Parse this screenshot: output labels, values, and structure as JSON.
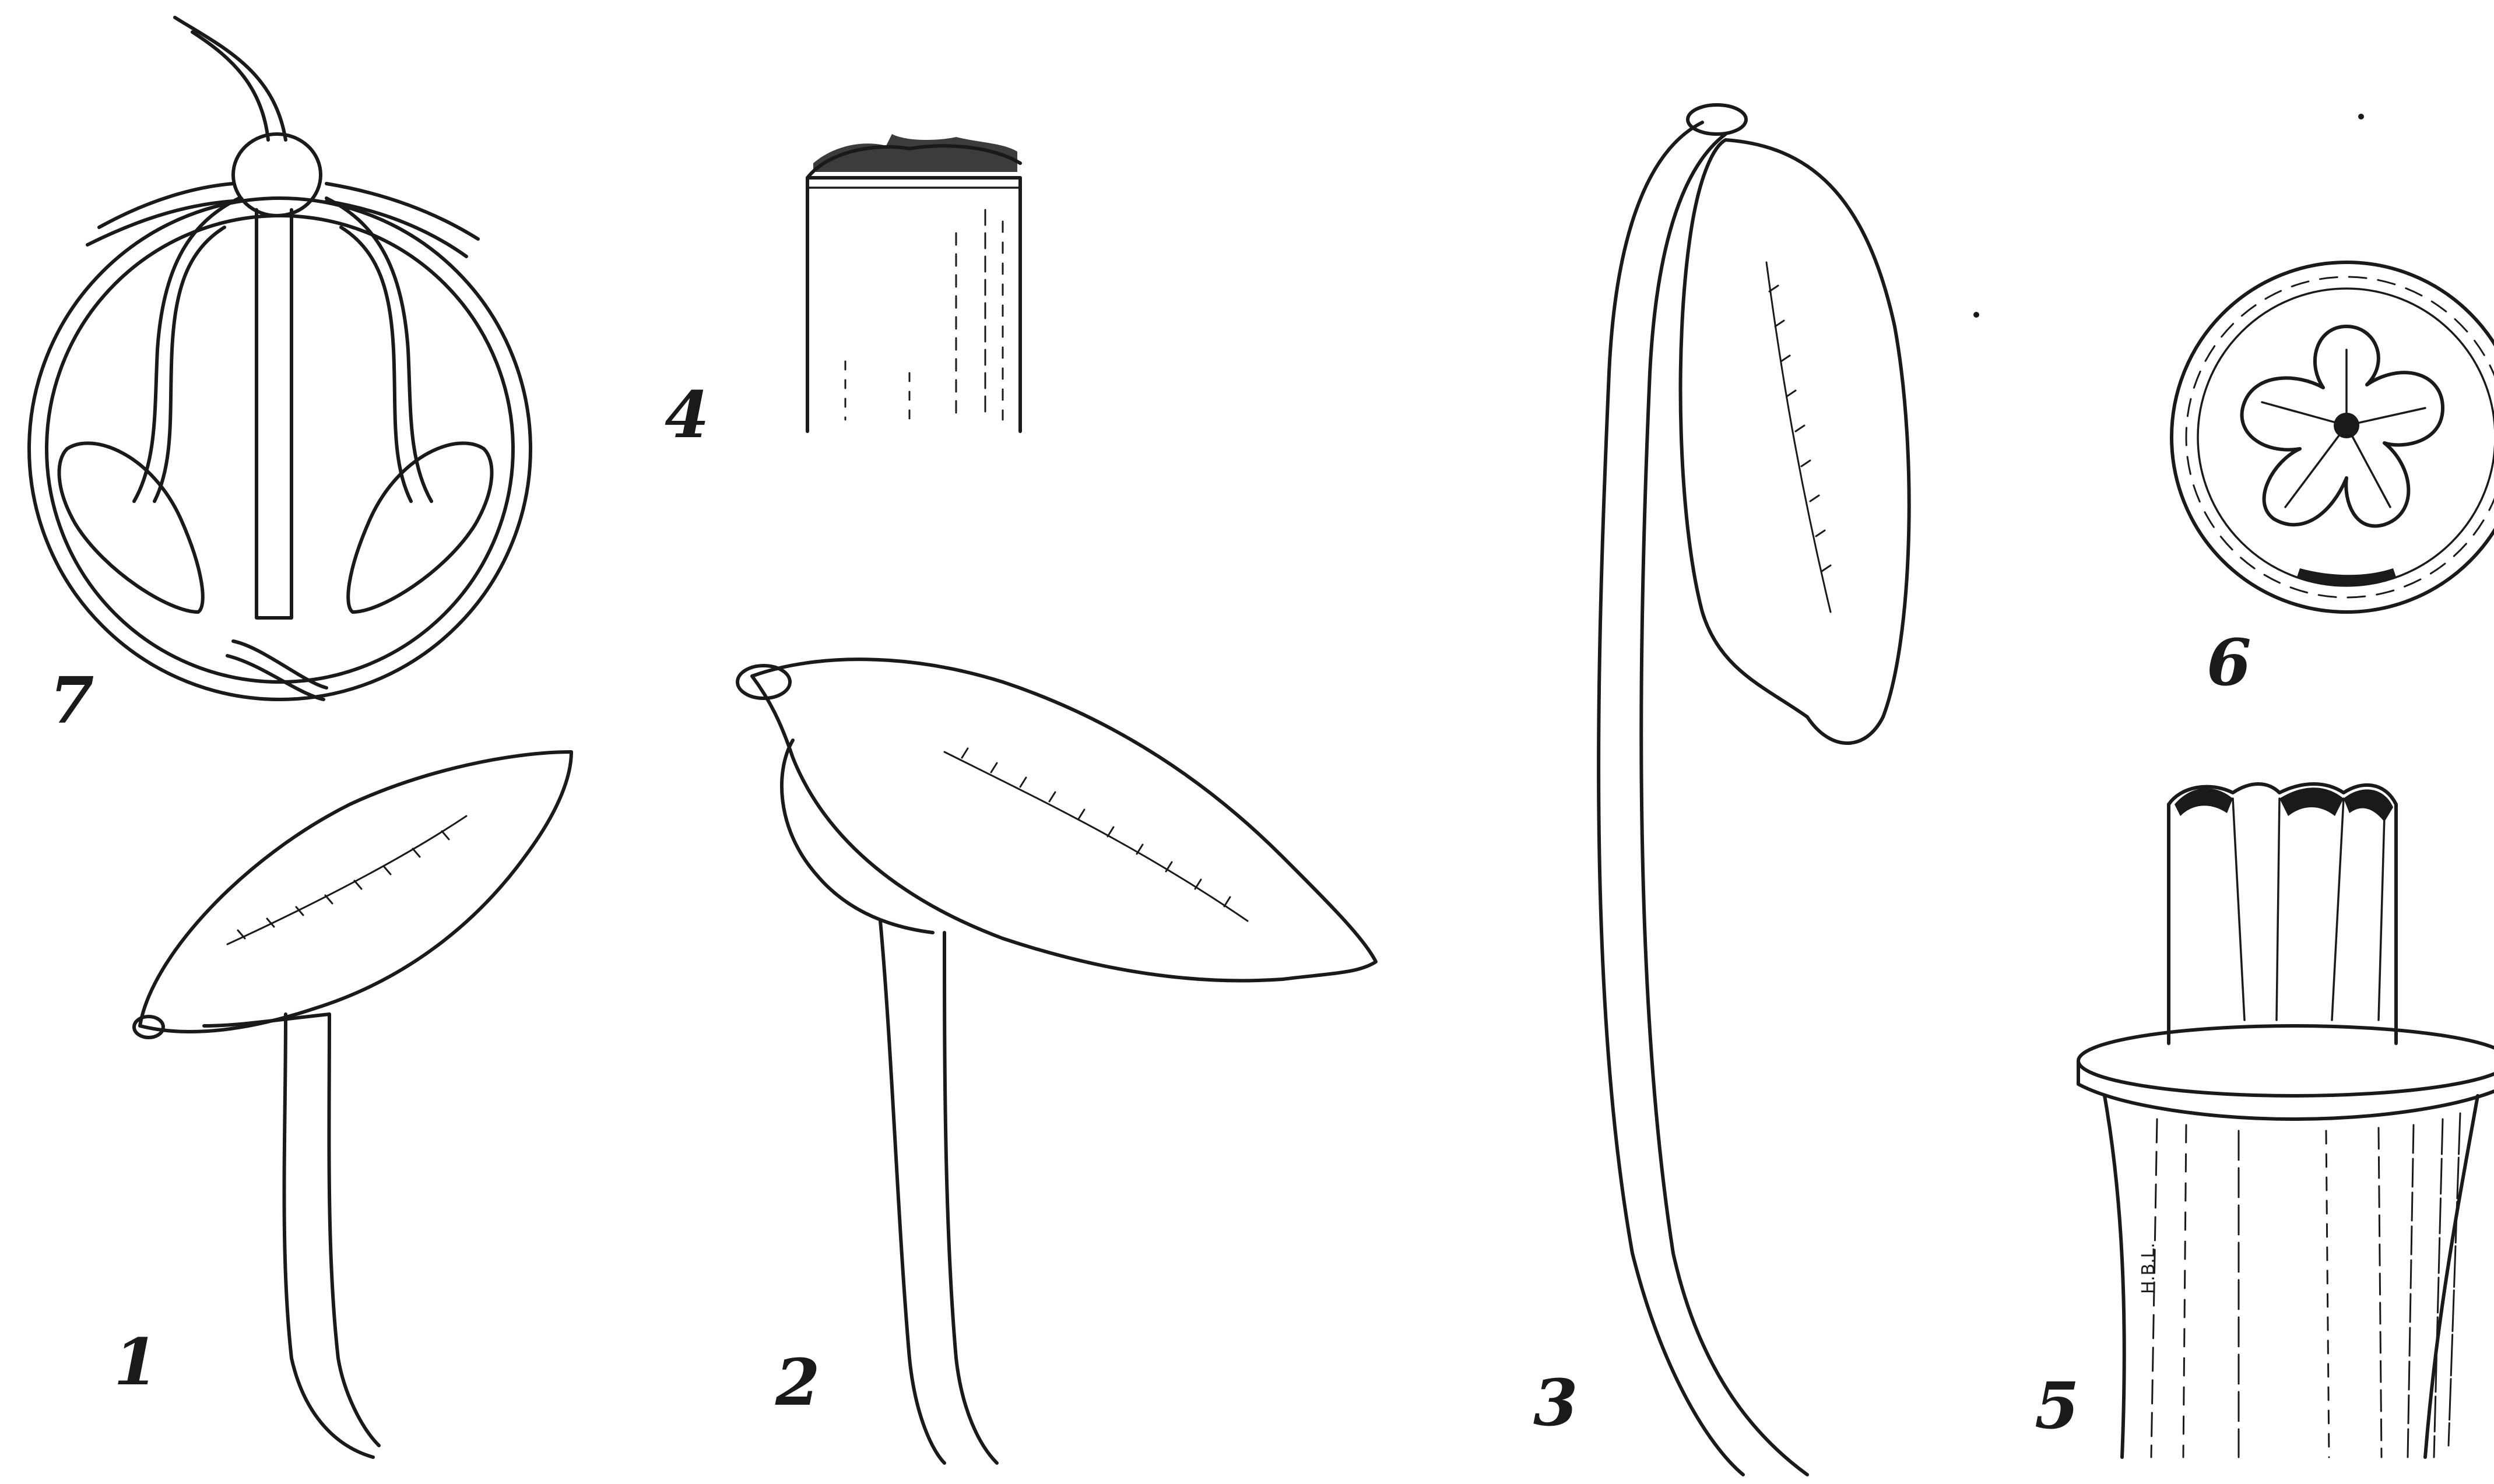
{
  "figure_labels": {
    "fig1": "1",
    "fig2": "2",
    "fig3": "3",
    "fig4": "4",
    "fig5": "5",
    "fig6": "6",
    "fig7": "7"
  },
  "artist_initials": "H.B.L.",
  "colors": {
    "ink": "#1a1a1a",
    "paper": "#ffffff"
  }
}
